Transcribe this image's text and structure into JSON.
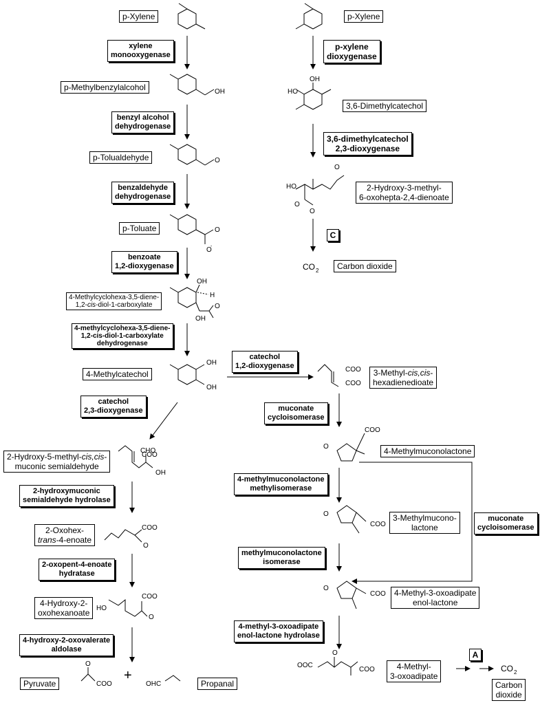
{
  "compounds": {
    "left_p_xylene": "p-Xylene",
    "p_methylbenzylalcohol": "p-Methylbenzylalcohol",
    "p_tolualdehyde": "p-Tolualdehyde",
    "p_toluate": "p-Toluate",
    "methylcyclohexa_l1": "4-Methylcyclohexa-3,5-diene-",
    "methylcyclohexa_l2a": "1,2-",
    "methylcyclohexa_l2b": "cis",
    "methylcyclohexa_l2c": "-diol-1-carboxylate",
    "methylcatechol": "4-Methylcatechol",
    "hms_l1a": "2-Hydroxy-5-methyl-",
    "hms_l1b": "cis,cis",
    "hms_l1c": "-",
    "hms_l2": "muconic semialdehyde",
    "oxohex_l1": "2-Oxohex-",
    "oxohex_l2a": "trans",
    "oxohex_l2b": "-4-enoate",
    "hydroxyoxo_l1": "4-Hydroxy-2-",
    "hydroxyoxo_l2": "oxohexanoate",
    "pyruvate": "Pyruvate",
    "propanal": "Propanal",
    "right_p_xylene": "p-Xylene",
    "dimethylcatechol": "3,6-Dimethylcatechol",
    "hmod_l1": "2-Hydroxy-3-methyl-",
    "hmod_l2": "6-oxohepta-2,4-dienoate",
    "co2_label": "Carbon dioxide",
    "mhd_l1a": "3-Methyl-",
    "mhd_l1b": "cis,cis",
    "mhd_l1c": "-",
    "mhd_l2": "hexadienedioate",
    "methylmuconolactone": "4-Methylmuconolactone",
    "mml3_l1": "3-Methylmucono-",
    "mml3_l2": "lactone",
    "enol_l1": "4-Methyl-3-oxoadipate",
    "enol_l2": "enol-lactone",
    "oxoadipate_l1": "4-Methyl-",
    "oxoadipate_l2": "3-oxoadipate",
    "carbon_dioxide_l1": "Carbon",
    "carbon_dioxide_l2": "dioxide"
  },
  "enzymes": {
    "xylene_mono_l1": "xylene",
    "xylene_mono_l2": "monooxygenase",
    "benzyl_dh_l1": "benzyl alcohol",
    "benzyl_dh_l2": "dehydrogenase",
    "benzald_dh_l1": "benzaldehyde",
    "benzald_dh_l2": "dehydrogenase",
    "benzoate_diox_l1": "benzoate",
    "benzoate_diox_l2": "1,2-dioxygenase",
    "mch_dh_l1": "4-methylcyclohexa-3,5-diene-",
    "mch_dh_l2": "1,2-cis-diol-1-carboxylate",
    "mch_dh_l3": "dehydrogenase",
    "catechol23_l1": "catechol",
    "catechol23_l2": "2,3-dioxygenase",
    "hmsh_l1": "2-hydroxymuconic",
    "hmsh_l2": "semialdehyde hydrolase",
    "oxopent_l1": "2-oxopent-4-enoate",
    "oxopent_l2": "hydratase",
    "hov_l1": "4-hydroxy-2-oxovalerate",
    "hov_l2": "aldolase",
    "pxd_l1": "p-xylene",
    "pxd_l2": "dioxygenase",
    "dmc_l1": "3,6-dimethylcatechol",
    "dmc_l2": "2,3-dioxygenase",
    "catechol12_l1": "catechol",
    "catechol12_l2": "1,2-dioxygenase",
    "muc_ci_l1": "muconate",
    "muc_ci_l2": "cycloisomerase",
    "mml_mi_l1": "4-methylmuconolactone",
    "mml_mi_l2": "methylisomerase",
    "mml_iso_l1": "methylmuconolactone",
    "mml_iso_l2": "isomerase",
    "enol_hyd_l1": "4-methyl-3-oxoadipate",
    "enol_hyd_l2": "enol-lactone hydrolase",
    "muc_ci2_l1": "muconate",
    "muc_ci2_l2": "cycloisomerase"
  },
  "links": {
    "c": "C",
    "a": "A"
  },
  "formula_text": {
    "co2_a": "CO",
    "co2_sub": "2",
    "co2_b": "CO",
    "co2_b_sub": "2",
    "plus": "+",
    "oh": "OH",
    "ho": "HO",
    "o": "O",
    "coo": "COO",
    "minus": "-",
    "cho": "CHO",
    "ohc": "OHC",
    "h": "H",
    "ooc": "OOC"
  }
}
